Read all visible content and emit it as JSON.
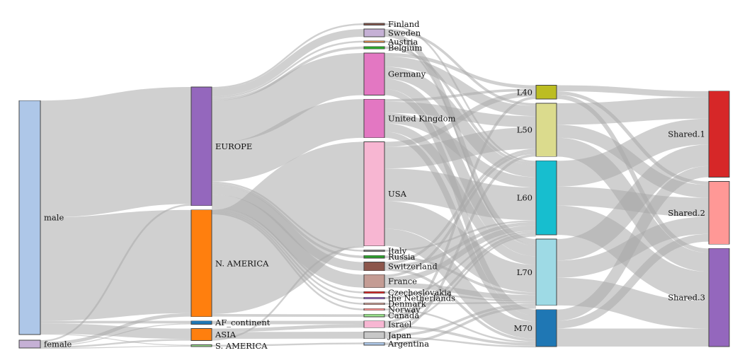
{
  "chart_data": {
    "type": "sankey",
    "columns": [
      [
        {
          "id": "male",
          "label": "male",
          "color": "#aec7e8"
        },
        {
          "id": "female",
          "label": "female",
          "color": "#c5b0d5"
        }
      ],
      [
        {
          "id": "europe",
          "label": "EUROPE",
          "color": "#9467bd"
        },
        {
          "id": "namerica",
          "label": "N. AMERICA",
          "color": "#ff7f0e"
        },
        {
          "id": "afcontinent",
          "label": "AF_continent",
          "color": "#1f77b4"
        },
        {
          "id": "asia",
          "label": "ASIA",
          "color": "#ff7f0e"
        },
        {
          "id": "samerica",
          "label": "S. AMERICA",
          "color": "#98df8a"
        }
      ],
      [
        {
          "id": "finland",
          "label": "Finland",
          "color": "#8c564b"
        },
        {
          "id": "sweden",
          "label": "Sweden",
          "color": "#c5b0d5"
        },
        {
          "id": "austria",
          "label": "Austria",
          "color": "#e08a4a"
        },
        {
          "id": "belgium",
          "label": "Belgium",
          "color": "#2ca02c"
        },
        {
          "id": "germany",
          "label": "Germany",
          "color": "#e377c2"
        },
        {
          "id": "uk",
          "label": "United Kingdom",
          "color": "#e377c2"
        },
        {
          "id": "usa",
          "label": "USA",
          "color": "#f7b6d2"
        },
        {
          "id": "italy",
          "label": "Italy",
          "color": "#7f7f7f"
        },
        {
          "id": "russia",
          "label": "Russia",
          "color": "#2ca02c"
        },
        {
          "id": "switzerland",
          "label": "Switzerland",
          "color": "#8c564b"
        },
        {
          "id": "france",
          "label": "France",
          "color": "#c49c94"
        },
        {
          "id": "czech",
          "label": "Czechoslovakia",
          "color": "#d62728"
        },
        {
          "id": "netherlands",
          "label": "the Netherlands",
          "color": "#9467bd"
        },
        {
          "id": "denmark",
          "label": "Denmark",
          "color": "#c49c94"
        },
        {
          "id": "norway",
          "label": "Norway",
          "color": "#ff9896"
        },
        {
          "id": "canada",
          "label": "Canada",
          "color": "#98df8a"
        },
        {
          "id": "israel",
          "label": "Israel",
          "color": "#f7b6d2"
        },
        {
          "id": "japan",
          "label": "Japan",
          "color": "#c7c7c7"
        },
        {
          "id": "argentina",
          "label": "Argentina",
          "color": "#aec7e8"
        }
      ],
      [
        {
          "id": "l40",
          "label": "L40",
          "color": "#bcbd22"
        },
        {
          "id": "l50",
          "label": "L50",
          "color": "#dbdb8d"
        },
        {
          "id": "l60",
          "label": "L60",
          "color": "#17becf"
        },
        {
          "id": "l70",
          "label": "L70",
          "color": "#9edae5"
        },
        {
          "id": "m70",
          "label": "M70",
          "color": "#1f77b4"
        }
      ],
      [
        {
          "id": "shared1",
          "label": "Shared.1",
          "color": "#d62728"
        },
        {
          "id": "shared2",
          "label": "Shared.2",
          "color": "#ff9896"
        },
        {
          "id": "shared3",
          "label": "Shared.3",
          "color": "#9467bd"
        }
      ]
    ],
    "node_values": {
      "male": 272,
      "female": 9,
      "europe": 138,
      "namerica": 124,
      "afcontinent": 4,
      "asia": 14,
      "samerica": 2,
      "finland": 2,
      "sweden": 9,
      "austria": 2,
      "belgium": 3,
      "germany": 49,
      "uk": 45,
      "usa": 121,
      "italy": 2,
      "russia": 3,
      "switzerland": 10,
      "france": 15,
      "czech": 2,
      "netherlands": 2,
      "denmark": 2,
      "norway": 2,
      "canada": 3,
      "israel": 8,
      "japan": 8,
      "argentina": 3,
      "l40": 16,
      "l50": 62,
      "l60": 86,
      "l70": 77,
      "m70": 43,
      "shared1": 100,
      "shared2": 73,
      "shared3": 114
    },
    "links": [
      {
        "source": "male",
        "target": "europe",
        "value": 136
      },
      {
        "source": "male",
        "target": "namerica",
        "value": 120
      },
      {
        "source": "male",
        "target": "afcontinent",
        "value": 3
      },
      {
        "source": "male",
        "target": "asia",
        "value": 12
      },
      {
        "source": "male",
        "target": "samerica",
        "value": 1
      },
      {
        "source": "female",
        "target": "europe",
        "value": 2
      },
      {
        "source": "female",
        "target": "namerica",
        "value": 4
      },
      {
        "source": "female",
        "target": "afcontinent",
        "value": 1
      },
      {
        "source": "female",
        "target": "asia",
        "value": 2
      },
      {
        "source": "female",
        "target": "samerica",
        "value": 1
      },
      {
        "source": "europe",
        "target": "finland",
        "value": 2
      },
      {
        "source": "europe",
        "target": "sweden",
        "value": 9
      },
      {
        "source": "europe",
        "target": "austria",
        "value": 2
      },
      {
        "source": "europe",
        "target": "belgium",
        "value": 3
      },
      {
        "source": "europe",
        "target": "germany",
        "value": 49
      },
      {
        "source": "europe",
        "target": "uk",
        "value": 45
      },
      {
        "source": "europe",
        "target": "italy",
        "value": 2
      },
      {
        "source": "europe",
        "target": "russia",
        "value": 3
      },
      {
        "source": "europe",
        "target": "switzerland",
        "value": 10
      },
      {
        "source": "europe",
        "target": "france",
        "value": 15
      },
      {
        "source": "europe",
        "target": "czech",
        "value": 2
      },
      {
        "source": "europe",
        "target": "netherlands",
        "value": 2
      },
      {
        "source": "europe",
        "target": "denmark",
        "value": 2
      },
      {
        "source": "europe",
        "target": "norway",
        "value": 2
      },
      {
        "source": "namerica",
        "target": "usa",
        "value": 121
      },
      {
        "source": "namerica",
        "target": "canada",
        "value": 3
      },
      {
        "source": "afcontinent",
        "target": "israel",
        "value": 4
      },
      {
        "source": "asia",
        "target": "israel",
        "value": 4
      },
      {
        "source": "asia",
        "target": "japan",
        "value": 8
      },
      {
        "source": "asia",
        "target": "usa",
        "value": 2
      },
      {
        "source": "samerica",
        "target": "argentina",
        "value": 2
      },
      {
        "source": "finland",
        "target": "l60",
        "value": 2
      },
      {
        "source": "sweden",
        "target": "l50",
        "value": 3
      },
      {
        "source": "sweden",
        "target": "l70",
        "value": 6
      },
      {
        "source": "austria",
        "target": "l70",
        "value": 2
      },
      {
        "source": "belgium",
        "target": "l60",
        "value": 3
      },
      {
        "source": "germany",
        "target": "l40",
        "value": 4
      },
      {
        "source": "germany",
        "target": "l50",
        "value": 12
      },
      {
        "source": "germany",
        "target": "l60",
        "value": 14
      },
      {
        "source": "germany",
        "target": "l70",
        "value": 12
      },
      {
        "source": "germany",
        "target": "m70",
        "value": 7
      },
      {
        "source": "uk",
        "target": "l40",
        "value": 3
      },
      {
        "source": "uk",
        "target": "l50",
        "value": 13
      },
      {
        "source": "uk",
        "target": "l60",
        "value": 12
      },
      {
        "source": "uk",
        "target": "l70",
        "value": 10
      },
      {
        "source": "uk",
        "target": "m70",
        "value": 7
      },
      {
        "source": "usa",
        "target": "l40",
        "value": 6
      },
      {
        "source": "usa",
        "target": "l50",
        "value": 25
      },
      {
        "source": "usa",
        "target": "l60",
        "value": 38
      },
      {
        "source": "usa",
        "target": "l70",
        "value": 32
      },
      {
        "source": "usa",
        "target": "m70",
        "value": 20
      },
      {
        "source": "italy",
        "target": "l60",
        "value": 2
      },
      {
        "source": "russia",
        "target": "l70",
        "value": 3
      },
      {
        "source": "switzerland",
        "target": "l50",
        "value": 3
      },
      {
        "source": "switzerland",
        "target": "l60",
        "value": 4
      },
      {
        "source": "switzerland",
        "target": "m70",
        "value": 3
      },
      {
        "source": "france",
        "target": "l50",
        "value": 3
      },
      {
        "source": "france",
        "target": "l60",
        "value": 6
      },
      {
        "source": "france",
        "target": "l70",
        "value": 6
      },
      {
        "source": "czech",
        "target": "l70",
        "value": 2
      },
      {
        "source": "netherlands",
        "target": "l60",
        "value": 2
      },
      {
        "source": "denmark",
        "target": "l70",
        "value": 2
      },
      {
        "source": "norway",
        "target": "m70",
        "value": 2
      },
      {
        "source": "canada",
        "target": "l60",
        "value": 3
      },
      {
        "source": "israel",
        "target": "l40",
        "value": 3
      },
      {
        "source": "israel",
        "target": "l60",
        "value": 2
      },
      {
        "source": "israel",
        "target": "m70",
        "value": 3
      },
      {
        "source": "japan",
        "target": "l50",
        "value": 3
      },
      {
        "source": "japan",
        "target": "l70",
        "value": 3
      },
      {
        "source": "japan",
        "target": "m70",
        "value": 2
      },
      {
        "source": "argentina",
        "target": "l70",
        "value": 3
      },
      {
        "source": "l40",
        "target": "shared1",
        "value": 7
      },
      {
        "source": "l40",
        "target": "shared2",
        "value": 4
      },
      {
        "source": "l40",
        "target": "shared3",
        "value": 5
      },
      {
        "source": "l50",
        "target": "shared1",
        "value": 25
      },
      {
        "source": "l50",
        "target": "shared2",
        "value": 15
      },
      {
        "source": "l50",
        "target": "shared3",
        "value": 22
      },
      {
        "source": "l60",
        "target": "shared1",
        "value": 30
      },
      {
        "source": "l60",
        "target": "shared2",
        "value": 22
      },
      {
        "source": "l60",
        "target": "shared3",
        "value": 34
      },
      {
        "source": "l70",
        "target": "shared1",
        "value": 25
      },
      {
        "source": "l70",
        "target": "shared2",
        "value": 20
      },
      {
        "source": "l70",
        "target": "shared3",
        "value": 32
      },
      {
        "source": "m70",
        "target": "shared1",
        "value": 13
      },
      {
        "source": "m70",
        "target": "shared2",
        "value": 9
      },
      {
        "source": "m70",
        "target": "shared3",
        "value": 21
      }
    ]
  }
}
